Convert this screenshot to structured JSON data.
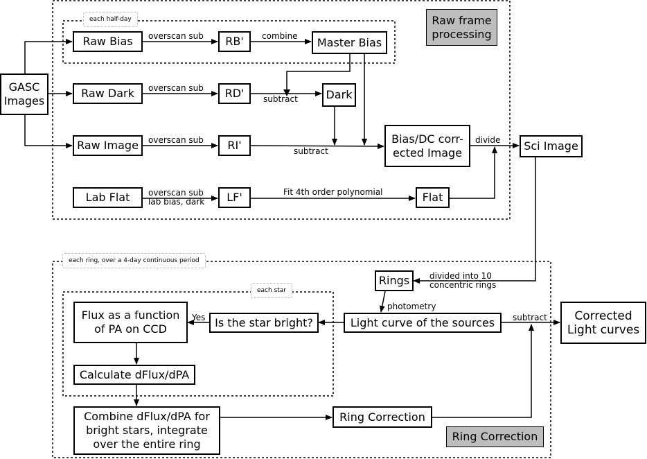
{
  "regions": {
    "raw_title": "Raw frame\nprocessing",
    "ring_title": "Ring Correction",
    "half_day": "each half-day",
    "each_ring": "each ring, over a 4-day continuous period",
    "each_star": "each star"
  },
  "nodes": {
    "gasc": "GASC\nImages",
    "raw_bias": "Raw Bias",
    "rb": "RB'",
    "master_bias": "Master Bias",
    "raw_dark": "Raw Dark",
    "rd": "RD'",
    "dark": "Dark",
    "raw_image": "Raw Image",
    "ri": "RI'",
    "biasdc": "Bias/DC corr-\nected Image",
    "sci": "Sci Image",
    "lab_flat": "Lab Flat",
    "lf": "LF'",
    "flat": "Flat",
    "rings": "Rings",
    "light_curve": "Light curve of the sources",
    "bright": "Is the star bright?",
    "flux_pa": "Flux as a function\nof PA on CCD",
    "dflux": "Calculate dFlux/dPA",
    "combine": "Combine dFlux/dPA for\nbright stars, integrate\nover the entire ring",
    "ring_corr": "Ring Correction",
    "corrected": "Corrected\nLight curves"
  },
  "edges": {
    "overscan1": "overscan sub",
    "combine": "combine",
    "overscan2": "overscan sub",
    "subtract1": "subtract",
    "overscan3": "overscan sub",
    "subtract2": "subtract",
    "divide": "divide",
    "overscan4": "overscan sub\nlab bias, dark",
    "fit": "Fit 4th order polynomial",
    "divided": "divided into 10\nconcentric rings",
    "photometry": "photometry",
    "yes": "Yes",
    "subtract3": "subtract"
  }
}
